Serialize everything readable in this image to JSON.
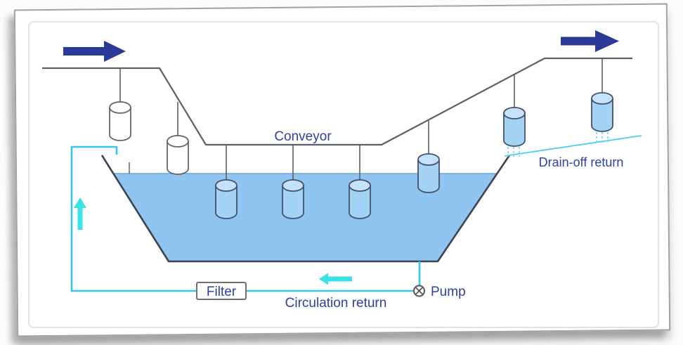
{
  "diagram": {
    "title_hint": "Conveyor dip-tank circulation system",
    "labels": {
      "conveyor": "Conveyor",
      "drain_off_return": "Drain-off return",
      "filter": "Filter",
      "circulation_return": "Circulation return",
      "pump": "Pump"
    },
    "colors": {
      "label_text": "#31409d",
      "flow_arrow_navy": "#2b3a96",
      "pipe_cyan": "#35c5ee",
      "arrow_cyan": "#38e2e6",
      "drain_line_cyan": "#4fd0f2",
      "tank_liquid": "#90c5f1",
      "dipped_part_body": "#a3d2f5",
      "dipped_part_top": "#c6e2fa",
      "line_gray": "#5a6068",
      "tank_outline": "#3d4450"
    },
    "icons": [
      "flow-right-arrow-icon",
      "flow-right-arrow-icon",
      "circulation-up-arrow-icon",
      "circulation-left-arrow-icon",
      "pump-icon"
    ],
    "parts": {
      "hanging_cylinders_total": 8,
      "raw_parts": 2,
      "submerged_parts": 3,
      "dipped_parts": 3
    }
  }
}
